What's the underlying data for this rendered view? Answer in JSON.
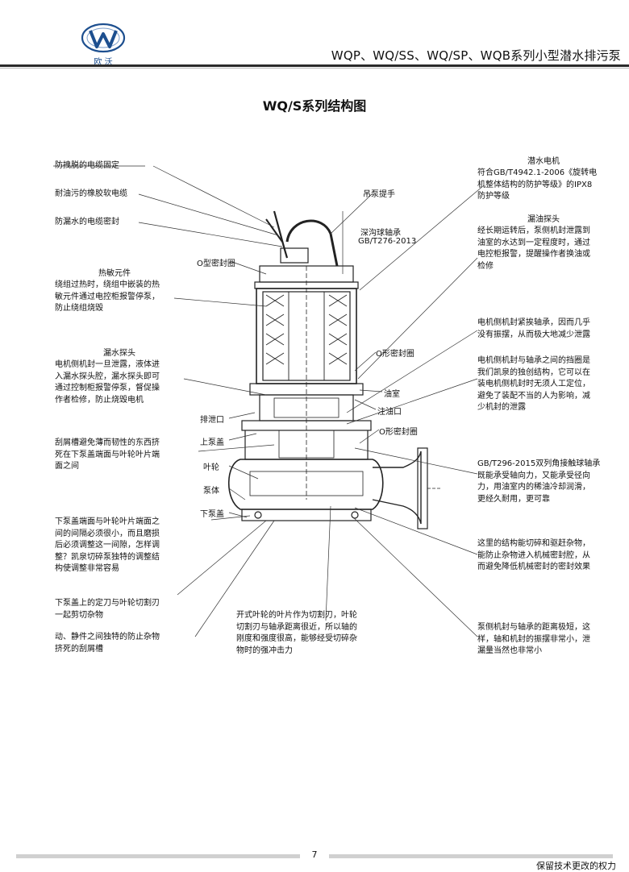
{
  "header": {
    "logo_text": "欧 沃",
    "title": "WQP、WQ/SS、WQ/SP、WQB系列小型潜水排污泵"
  },
  "diagram": {
    "title": "WQ/S系列结构图"
  },
  "left_callouts": {
    "c1": "防拽脱的电缆固定",
    "c2": "耐油污的橡胶软电缆",
    "c3": "防漏水的电缆密封",
    "c4_title": "热敏元件",
    "c4_body": "绕组过热时，绕组中嵌装的热\n敏元件通过电控柜报警停泵，\n防止绕组烧毁",
    "c5_title": "漏水探头",
    "c5_body": "电机侧机封一旦泄露，液体进\n入漏水探头腔，漏水探头即可\n通过控制柜报警停泵，督促操\n作者检修，防止烧毁电机",
    "c6": "刮屑槽避免薄而韧性的东西挤\n死在下泵盖端面与叶轮叶片端\n面之间",
    "c7": "下泵盖端面与叶轮叶片端面之\n间的间隔必须很小，而且磨损\n后必须调整这一间隙，怎样调\n整？凯泉切碎泵独特的调整结\n构使调整非常容易",
    "c8": "下泵盖上的定刀与叶轮切割刃\n一起剪切杂物",
    "c9": "动、静件之间独特的防止杂物\n挤死的刮屑槽"
  },
  "right_callouts": {
    "r1_title": "潜水电机",
    "r1_body": "符合GB/T4942.1-2006《旋转电\n机整体结构的防护等级》的IPX8\n防护等级",
    "r2_title": "漏油探头",
    "r2_body": "经长期运转后，泵侧机封泄露到\n油室的水达到一定程度时，通过\n电控柜报警，提醒操作者换油或\n检修",
    "r3": "电机侧机封紧挨轴承，因而几乎\n没有振摆，从而极大地减少泄露",
    "r4": "电机侧机封与轴承之间的挡圈是\n我们凯泉的独创结构，它可以在\n装电机侧机封时无须人工定位，\n避免了装配不当的人为影响，减\n少机封的泄露",
    "r5": "GB/T296-2015双列角接触球轴承\n既能承受轴向力，又能承受径向\n力，用油室内的稀油冷却润滑，\n更经久耐用，更可靠",
    "r6": "这里的结构能切碎和驱赶杂物，\n能防止杂物进入机械密封腔，从\n而避免降低机械密封的密封效果",
    "r7": "泵侧机封与轴承的距离极短，这\n样，轴和机封的振摆非常小，泄\n漏量当然也非常小"
  },
  "center_callout": "开式叶轮的叶片作为切割刃，叶轮\n切割刃与轴承距离很近，所以轴的\n刚度和强度很高，能够经受切碎杂\n物时的强冲击力",
  "part_labels": {
    "lifting_handle": "吊泵提手",
    "deep_groove_bearing": "深沟球轴承",
    "bearing_standard": "GB/T276-2013",
    "o_ring_top": "O型密封圈",
    "o_ring_mid": "O形密封圈",
    "oil_chamber": "油室",
    "oil_filler": "注油口",
    "o_ring_low": "O形密封圈",
    "drain_port": "排泄口",
    "upper_cover": "上泵盖",
    "impeller": "叶轮",
    "pump_body": "泵体",
    "lower_cover": "下泵盖"
  },
  "footer": {
    "page_number": "7",
    "note": "保留技术更改的权力"
  }
}
